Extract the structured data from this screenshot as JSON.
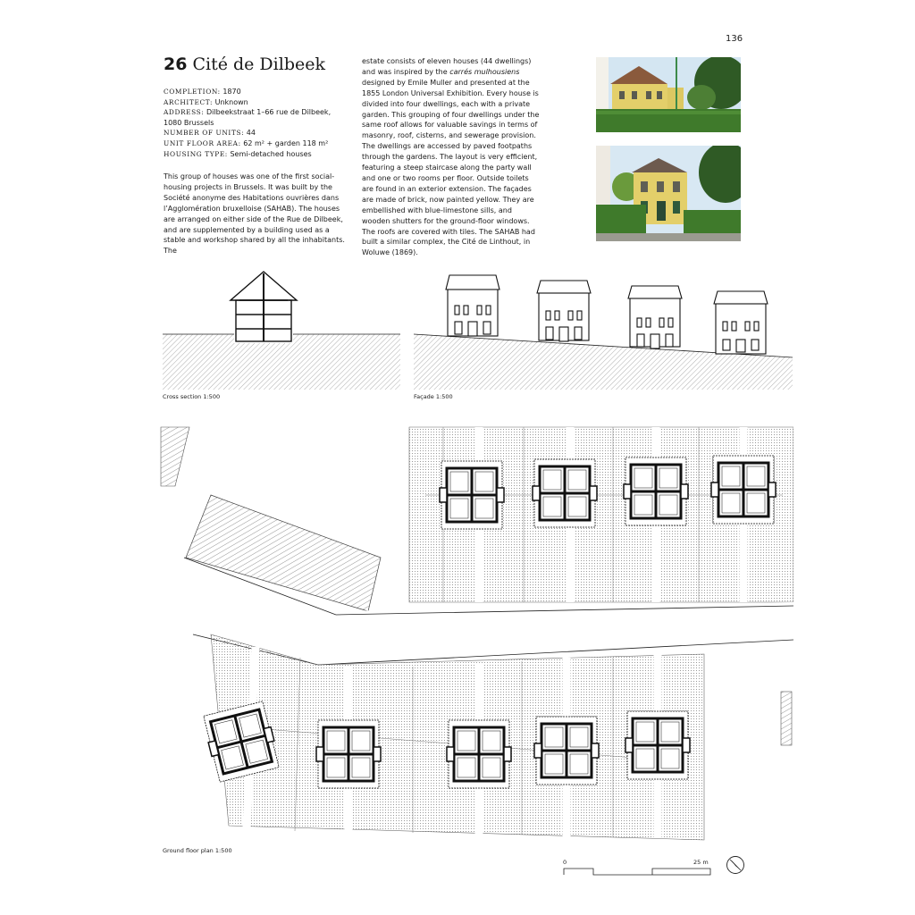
{
  "page_number": "136",
  "entry": {
    "number": "26",
    "title": "Cité de Dilbeek"
  },
  "metadata": [
    {
      "label": "COMPLETION:",
      "value": "1870"
    },
    {
      "label": "ARCHITECT:",
      "value": "Unknown"
    },
    {
      "label": "ADDRESS:",
      "value": "Dilbeekstraat 1–66 rue de Dilbeek,"
    },
    {
      "label": "",
      "value": "1080 Brussels"
    },
    {
      "label": "NUMBER OF UNITS:",
      "value": "44"
    },
    {
      "label": "UNIT FLOOR AREA:",
      "value": "62 m² + garden 118 m²"
    },
    {
      "label": "HOUSING TYPE:",
      "value": "Semi-detached houses"
    }
  ],
  "body_col1": "This group of houses was one of the first social-housing projects in Brussels. It was built by the Société anonyme des Habitations ouvrières dans l’Agglomération bruxelloise (SAHAB). The houses are arranged on either side of the Rue de Dilbeek, and are supplemented by a building used as a stable and workshop shared by all the inhabitants. The",
  "body_col2": {
    "before": "estate consists of eleven houses (44 dwellings) and was inspired by the ",
    "italic": "carrés mulhousiens",
    "after": " designed by Emile Muller and presented at the 1855 London Universal Exhibition. Every house is divided into four dwellings, each with a private garden. This grouping of four dwellings under the same roof allows for valuable savings in terms of masonry, roof, cisterns, and sewerage provision. The dwellings are accessed by paved footpaths through the gardens. The layout is very efficient, featuring a steep staircase along the party wall and one or two rooms per floor. Outside toilets are found in an exterior extension. The façades are made of brick, now painted yellow. They are embellished with blue-limestone sills, and wooden shutters for the ground-floor windows. The roofs are covered with tiles. The SAHAB had built a similar complex, the Cité de Linthout, in Woluwe (1869)."
  },
  "captions": {
    "section": "Cross section 1:500",
    "facade": "Façade 1:500",
    "plan": "Ground floor plan 1:500"
  },
  "scale_bar": {
    "start": "0",
    "end": "25 m"
  },
  "icons": {
    "north": "north-arrow-icon"
  },
  "colors": {
    "house_yellow": "#e3cf6a",
    "hedge_green": "#3f7a2b",
    "sky": "#cfe3f0"
  }
}
